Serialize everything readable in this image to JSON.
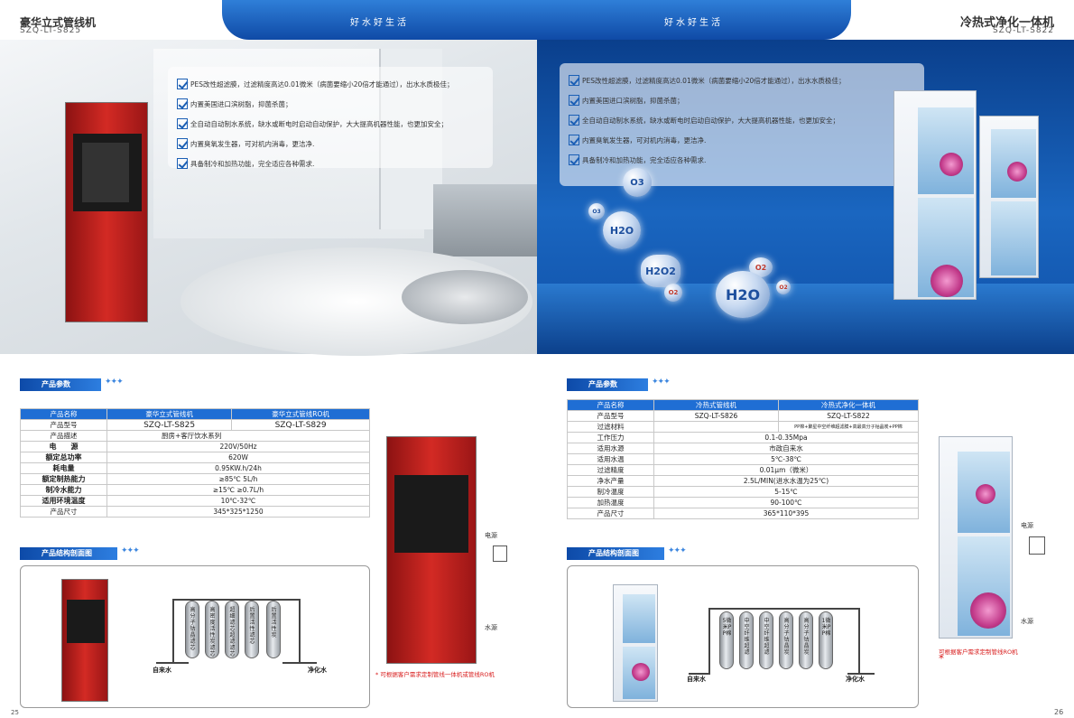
{
  "header": {
    "left_title": "豪华立式管线机",
    "left_model": "SZQ-LT-S825",
    "right_title": "冷热式净化一体机",
    "right_model": "SZQ-LT-S822",
    "banner_left": "好水好生活",
    "banner_right": "好水好生活"
  },
  "features": [
    "PES改性超滤膜，过滤精度高达0.01微米（病菌要缩小20倍才能通过），出水水质极佳；",
    "内置美国进口滨树脂，抑菌杀菌；",
    "全自动自动制水系统，缺水或断电时启动自动保护，大大提高机器性能，也更加安全；",
    "内置臭氧发生器，可对机内消毒，更洁净.",
    "具备制冷和加热功能，完全适应各种需求."
  ],
  "molecules": {
    "o3": "O3",
    "o3_small": "O3",
    "h2o": "H2O",
    "h2o2": "H2O2",
    "o2_a": "O2",
    "o2_b": "O2",
    "h2o_big": "H2O",
    "o2_small": "O2"
  },
  "left_params": {
    "section_label": "产品参数",
    "header": [
      "产品名称",
      "豪华立式管线机",
      "豪华立式管线RO机"
    ],
    "model_row": [
      "产品型号",
      "SZQ-LT-S825",
      "SZQ-LT-S829"
    ],
    "rows": [
      {
        "label": "产品描述",
        "value": "厨房+客厅饮水系列",
        "bold": false
      },
      {
        "label": "电　　源",
        "value": "220V/50Hz",
        "bold": true
      },
      {
        "label": "额定总功率",
        "value": "620W",
        "bold": true
      },
      {
        "label": "耗电量",
        "value": "0.95KW.h/24h",
        "bold": true
      },
      {
        "label": "额定制热能力",
        "value": "≥85℃  5L/h",
        "bold": true
      },
      {
        "label": "制冷水能力",
        "value": "≥15℃ ≥0.7L/h",
        "bold": true
      },
      {
        "label": "适用环境温度",
        "value": "10℃-32℃",
        "bold": true
      },
      {
        "label": "产品尺寸",
        "value": "345*325*1250",
        "bold": false
      }
    ]
  },
  "right_params": {
    "section_label": "产品参数",
    "header": [
      "产品名称",
      "冷热式管线机",
      "冷热式净化一体机"
    ],
    "model_row": [
      "产品型号",
      "SZQ-LT-S826",
      "SZQ-LT-S822"
    ],
    "filter_row": [
      "过滤材料",
      "",
      "PP棉+聚星中空纤维超滤膜+高最高分子钴晶炭+PP棉"
    ],
    "rows": [
      {
        "label": "工作压力",
        "value": "0.1-0.35Mpa"
      },
      {
        "label": "适用水源",
        "value": "市政自来水"
      },
      {
        "label": "适用水温",
        "value": "5℃-38℃"
      },
      {
        "label": "过滤精度",
        "value": "0.01μm（微米）"
      },
      {
        "label": "净水产量",
        "value": "2.5L/MIN(进水水温为25℃)"
      },
      {
        "label": "制冷温度",
        "value": "5-15℃"
      },
      {
        "label": "加热温度",
        "value": "90-100℃"
      },
      {
        "label": "产品尺寸",
        "value": "365*110*395"
      }
    ]
  },
  "left_structure": {
    "section_label": "产品结构剖面图",
    "filters": [
      "高分子钴晶滤芯",
      "高密度活性炭滤芯",
      "超细滤芯超滤滤芯",
      "后置活性滤芯",
      "后置活性炭"
    ],
    "inlet": "自来水",
    "outlet": "净化水"
  },
  "right_structure": {
    "section_label": "产品结构剖面图",
    "filters": [
      "5微米PP棉",
      "中空纤维超滤",
      "中空纤维超滤",
      "高分子钴晶炭",
      "高分子钴晶炭",
      "1微米PP棉"
    ],
    "inlet": "自来水",
    "outlet": "净化水"
  },
  "left_install": {
    "power": "电源",
    "water": "水源",
    "note": "可根据客户需求定制管线一体机或管线RO机"
  },
  "right_install": {
    "power": "电源",
    "water": "水源",
    "note": "可根据客户需求定制管线RO机",
    "asterisk": "*"
  },
  "page_numbers": {
    "left": "25",
    "right": "26"
  },
  "colors": {
    "brand_blue": "#1f6ed4",
    "red_machine": "#c8231e",
    "note_red": "#d81b1b"
  }
}
